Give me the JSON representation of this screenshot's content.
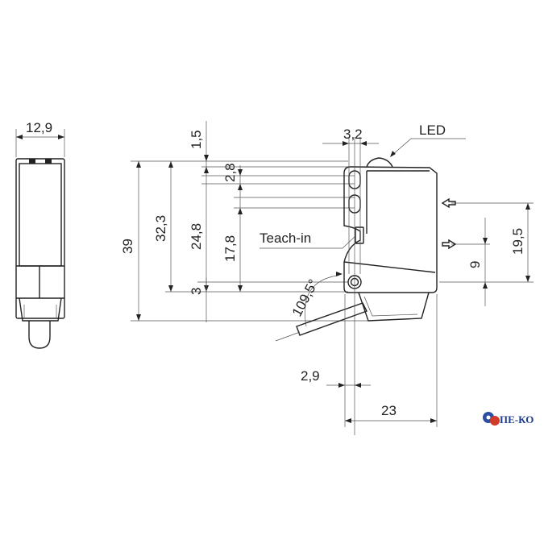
{
  "drawing": {
    "labels": {
      "width_side": "12,9",
      "top_offset": "1,5",
      "lens_width": "3,2",
      "led": "LED",
      "lens_gap": "2,8",
      "height_total": "39",
      "height_1": "32,3",
      "height_2": "24,8",
      "height_3": "17,8",
      "teach_in": "Teach-in",
      "bottom_offset": "3",
      "angle": "109,5°",
      "front_offset": "2,9",
      "depth": "23",
      "axis_height": "19,5",
      "axis_gap": "9"
    },
    "logo_text": "ПЕ-КО",
    "colors": {
      "line": "#222222",
      "logo_blue": "#1f3d8a",
      "logo_red": "#d23a2a"
    }
  }
}
